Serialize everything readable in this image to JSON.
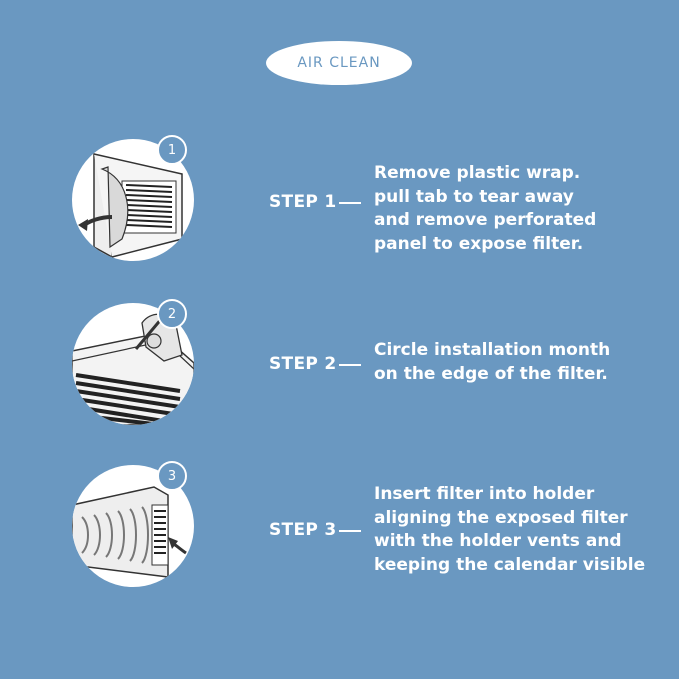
{
  "header": {
    "title": "AIR CLEAN"
  },
  "steps": [
    {
      "badge": "1",
      "label": "STEP 1",
      "lines": [
        "Remove plastic wrap.",
        "pull tab to tear away",
        "and remove perforated",
        "panel to expose filter."
      ]
    },
    {
      "badge": "2",
      "label": "STEP 2",
      "lines": [
        "Circle installation month",
        "on the edge of the filter."
      ]
    },
    {
      "badge": "3",
      "label": "STEP 3",
      "lines": [
        "Insert filter into holder",
        "aligning the exposed filter",
        "with the holder vents and",
        "keeping the calendar visible"
      ]
    }
  ],
  "colors": {
    "background": "#6a98c1",
    "foreground": "#ffffff",
    "ink": "#333333"
  }
}
